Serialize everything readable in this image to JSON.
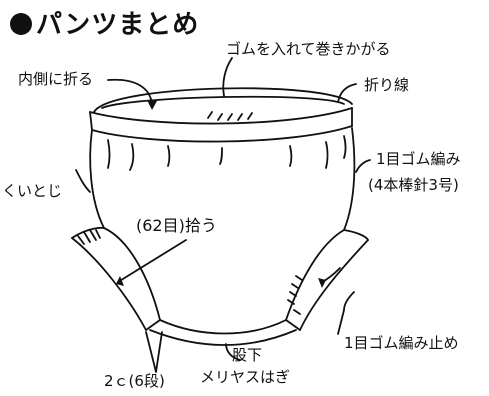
{
  "title": "パンツまとめ",
  "labels": {
    "rubber": "ゴムを入れて巻きかがる",
    "fold_in": "内側に折る",
    "fold_line": "折り線",
    "rib_1x1": "1目ゴム編み",
    "rib_needle": "(4本棒針3号)",
    "kuitoji": "くいとじ",
    "pickup": "(62目)拾う",
    "crotch": "股下",
    "stockinette_graft": "メリヤスはぎ",
    "rib_bindoff": "1目ゴム編み止め",
    "width_rows": "2ｃ(6段)"
  }
}
